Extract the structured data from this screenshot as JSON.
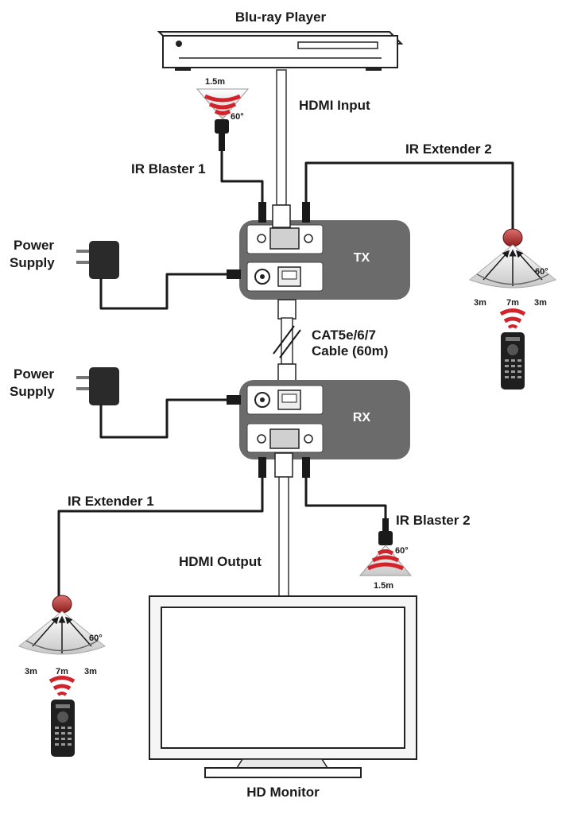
{
  "labels": {
    "bluray": "Blu-ray Player",
    "hdmi_input": "HDMI Input",
    "ir_blaster_1": "IR Blaster 1",
    "ir_extender_2": "IR Extender 2",
    "power_supply_tx_line1": "Power",
    "power_supply_tx_line2": "Supply",
    "tx": "TX",
    "cat_line1": "CAT5e/6/7",
    "cat_line2": "Cable (60m)",
    "power_supply_rx_line1": "Power",
    "power_supply_rx_line2": "Supply",
    "rx": "RX",
    "ir_extender_1": "IR Extender 1",
    "ir_blaster_2": "IR Blaster 2",
    "hdmi_output": "HDMI Output",
    "hd_monitor": "HD Monitor"
  },
  "ir_blaster_top": {
    "distance": "1.5m",
    "angle": "60°"
  },
  "ir_blaster_bottom": {
    "distance": "1.5m",
    "angle": "60°"
  },
  "ir_extender_right": {
    "angle": "60°",
    "left": "3m",
    "center": "7m",
    "right": "3m"
  },
  "ir_extender_left": {
    "angle": "60°",
    "left": "3m",
    "center": "7m",
    "right": "3m"
  },
  "colors": {
    "device_box": "#6b6b6b",
    "ir_red": "#d2232a",
    "cable": "#1a1a1a"
  }
}
